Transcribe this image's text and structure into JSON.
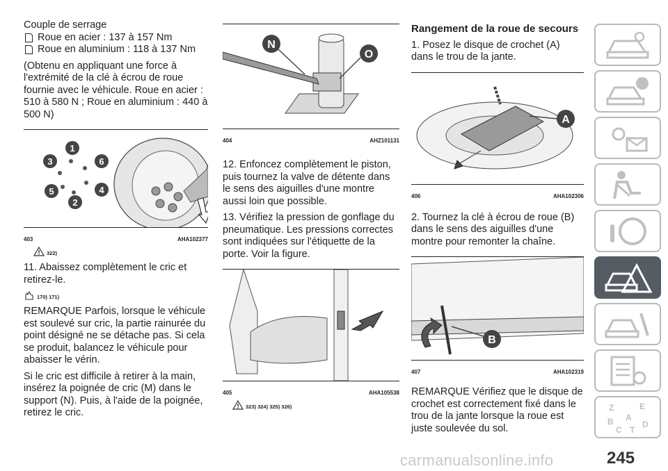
{
  "col1": {
    "torque_title": "Couple de serrage",
    "torque_steel": "Roue en acier : 137 à 157 Nm",
    "torque_alu": "Roue en aluminium : 118 à 137 Nm",
    "torque_note": "(Obtenu en appliquant une force à l'extrémité de la clé à écrou de roue fournie avec le véhicule. Roue en acier : 510 à 580 N ; Roue en aluminium : 440 à 500 N)",
    "fig403": {
      "number": "403",
      "code": "AHA102377",
      "labels": [
        "1",
        "3",
        "6",
        "5",
        "4",
        "2"
      ]
    },
    "warn1": "322)",
    "step11": "11. Abaissez complètement le cric et retirez-le.",
    "warn2": "170) 171)",
    "remark1": "REMARQUE  Parfois, lorsque le véhicule est soulevé sur cric, la partie rainurée du point désigné ne se détache pas. Si cela se produit, balancez le véhicule pour abaisser le vérin.",
    "para1": "Si le cric est difficile à retirer à la main, insérez la poignée de cric (M) dans le support (N). Puis, à l'aide de la poignée, retirez le cric."
  },
  "col2": {
    "fig404": {
      "number": "404",
      "code": "AHZ101131",
      "label_n": "N",
      "label_o": "O"
    },
    "step12": "12. Enfoncez complètement le piston, puis tournez la valve de détente dans le sens des aiguilles d'une montre aussi loin que possible.",
    "step13": "13. Vérifiez la pression de gonflage du pneumatique. Les pressions correctes sont indiquées sur l'étiquette de la porte. Voir la figure.",
    "fig405": {
      "number": "405",
      "code": "AHA105538"
    },
    "warn3": "323) 324) 325) 326)"
  },
  "col3": {
    "heading": "Rangement de la roue de secours",
    "step1": "1. Posez le disque de crochet (A) dans le trou de la jante.",
    "fig406": {
      "number": "406",
      "code": "AHA102306",
      "label_a": "A"
    },
    "step2": "2. Tournez la clé à écrou de roue (B) dans le sens des aiguilles d'une montre pour remonter la chaîne.",
    "fig407": {
      "number": "407",
      "code": "AHA102319",
      "label_b": "B"
    },
    "remark2": "REMARQUE  Vérifiez que le disque de crochet est correctement fixé dans le trou de la jante lorsque la roue est juste soulevée du sol."
  },
  "sidebar": {
    "icons": [
      "car-dashboard-icon",
      "car-info-icon",
      "warning-lights-icon",
      "seatbelt-airbag-icon",
      "steering-key-icon",
      "emergency-car-icon",
      "car-maintenance-icon",
      "technical-data-icon",
      "alphabetical-index-icon"
    ],
    "active_index": 5,
    "index_letters": [
      "Z",
      "E",
      "A",
      "B",
      "C",
      "T",
      "D"
    ]
  },
  "page": {
    "number": "245",
    "watermark": "carmanualsonline.info"
  },
  "colors": {
    "tab_border": "#b9b9b9",
    "tab_active": "#555c63",
    "text": "#222222"
  }
}
